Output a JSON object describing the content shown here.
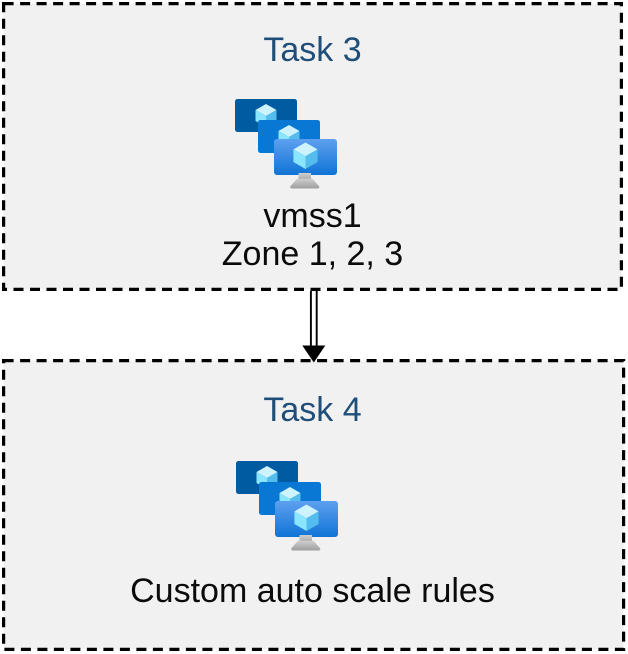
{
  "boxes": {
    "task3": {
      "title": "Task 3",
      "icon": "virtual-machine-scale-sets",
      "lines": [
        "vmss1",
        "Zone 1, 2, 3"
      ]
    },
    "task4": {
      "title": "Task 4",
      "icon": "virtual-machine-scale-sets",
      "lines": [
        "Custom auto scale rules"
      ]
    }
  },
  "connector": {
    "type": "double-line-arrow",
    "direction": "down",
    "from": "task3",
    "to": "task4"
  },
  "colors": {
    "title_text": "#1F4E79",
    "body_text": "#0B0B0B",
    "box_background": "#F1F1F1",
    "box_border": "#000000",
    "arrow": "#000000",
    "monitor_back": "#005BA1",
    "monitor_middle": "#0878D4",
    "monitor_front_top": "#5EA0EF",
    "monitor_front_bottom": "#0F74D6",
    "cube_top": "#CDF3FF",
    "cube_left": "#8AE6FF",
    "cube_right": "#55BDEE",
    "stand_light": "#CFCFCF",
    "stand_dark": "#9E9E9E"
  }
}
